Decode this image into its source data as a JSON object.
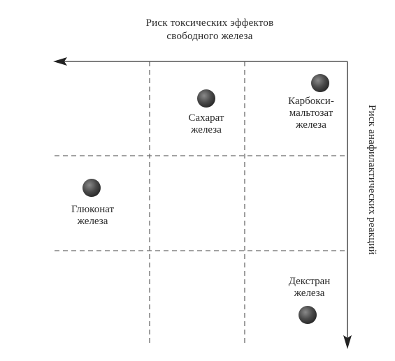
{
  "axes": {
    "top_title": [
      "Риск токсических эффектов",
      "свободного железа"
    ],
    "right_title": "Риск анафилактических реакций"
  },
  "items": [
    {
      "key": "saccharate",
      "lines": [
        "Сахарат",
        "железа"
      ]
    },
    {
      "key": "carboxymaltose",
      "lines": [
        "Карбокси-",
        "мальтозат",
        "железа"
      ]
    },
    {
      "key": "gluconate",
      "lines": [
        "Глюконат",
        "железа"
      ]
    },
    {
      "key": "dextran",
      "lines": [
        "Декстран",
        "железа"
      ]
    }
  ],
  "colors": {
    "line": "#555555",
    "grid": "#6a6a6a",
    "dot_dark": "#2b2b2b",
    "dot_light": "#7a7a7a"
  }
}
